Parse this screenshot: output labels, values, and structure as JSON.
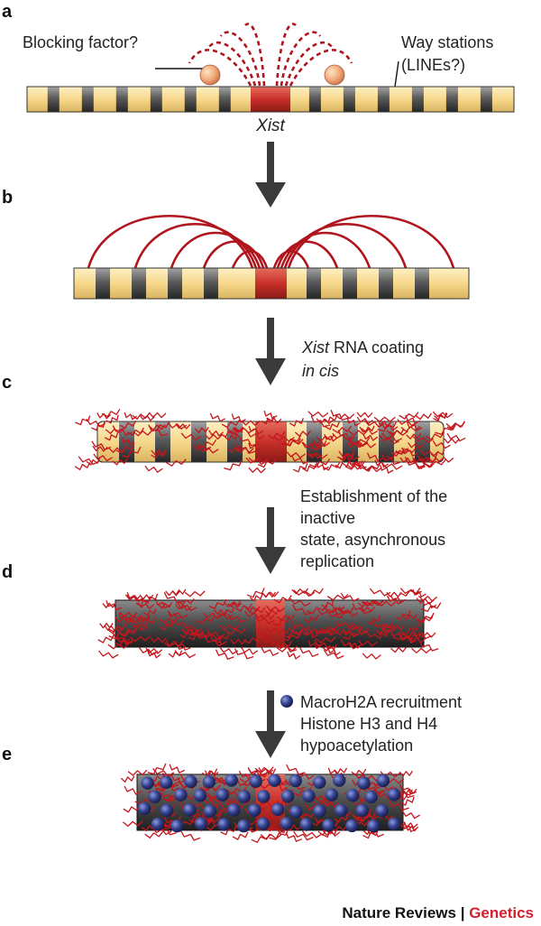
{
  "panels": {
    "a": {
      "letter": "a",
      "blocking_label": "Blocking factor?",
      "way_label_1": "Way stations",
      "way_label_2": "(LINEs?)",
      "gene_label": "Xist"
    },
    "b": {
      "letter": "b"
    },
    "c": {
      "letter": "c",
      "caption_1": "Xist",
      "caption_2": " RNA coating",
      "caption_3": "in cis"
    },
    "d": {
      "letter": "d",
      "caption_1": "Establishment of the",
      "caption_2": "inactive",
      "caption_3": "state, asynchronous",
      "caption_4": "replication"
    },
    "e": {
      "letter": "e",
      "caption_1": "MacroH2A recruitment",
      "caption_2": "Histone H3 and H4",
      "caption_3": "hypoacetylation"
    }
  },
  "credit": {
    "journal": "Nature Reviews",
    "separator": " | ",
    "section": "Genetics"
  },
  "colors": {
    "band_light": "#f7d88c",
    "band_dark": "#5a5a5a",
    "xist": "#c8302a",
    "rna": "#b0151e",
    "histone": "#2e3a7a",
    "accent": "#d2202f"
  },
  "icons": {
    "factor": "orange-sphere-icon",
    "histone": "blue-sphere-icon",
    "arrow": "down-arrow-icon"
  }
}
